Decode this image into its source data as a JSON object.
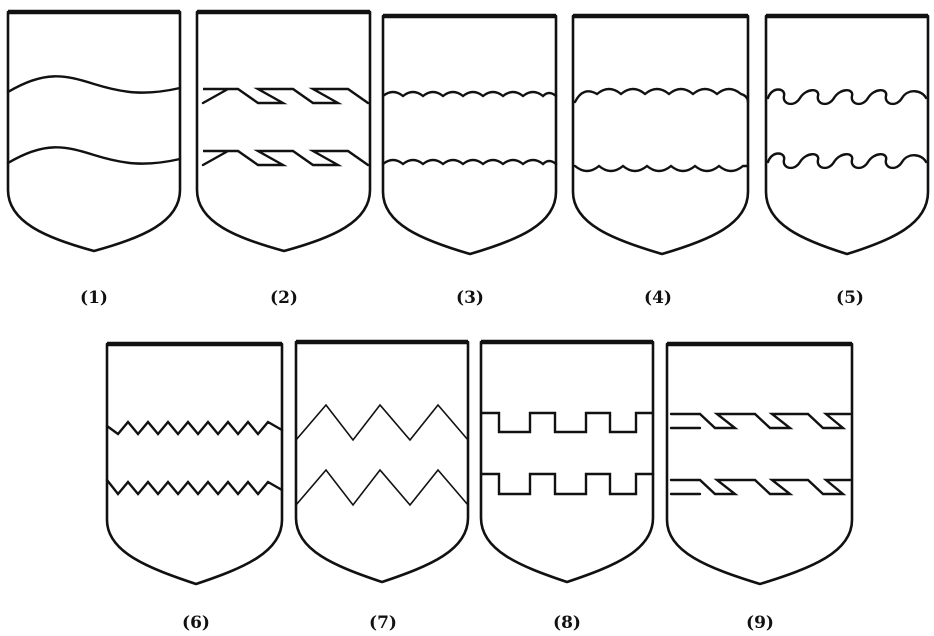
{
  "figure": {
    "shields": [
      {
        "id": "1",
        "label": "(1)"
      },
      {
        "id": "2",
        "label": "(2)"
      },
      {
        "id": "3",
        "label": "(3)"
      },
      {
        "id": "4",
        "label": "(4)"
      },
      {
        "id": "5",
        "label": "(5)"
      },
      {
        "id": "6",
        "label": "(6)"
      },
      {
        "id": "7",
        "label": "(7)"
      },
      {
        "id": "8",
        "label": "(8)"
      },
      {
        "id": "9",
        "label": "(9)"
      }
    ]
  }
}
